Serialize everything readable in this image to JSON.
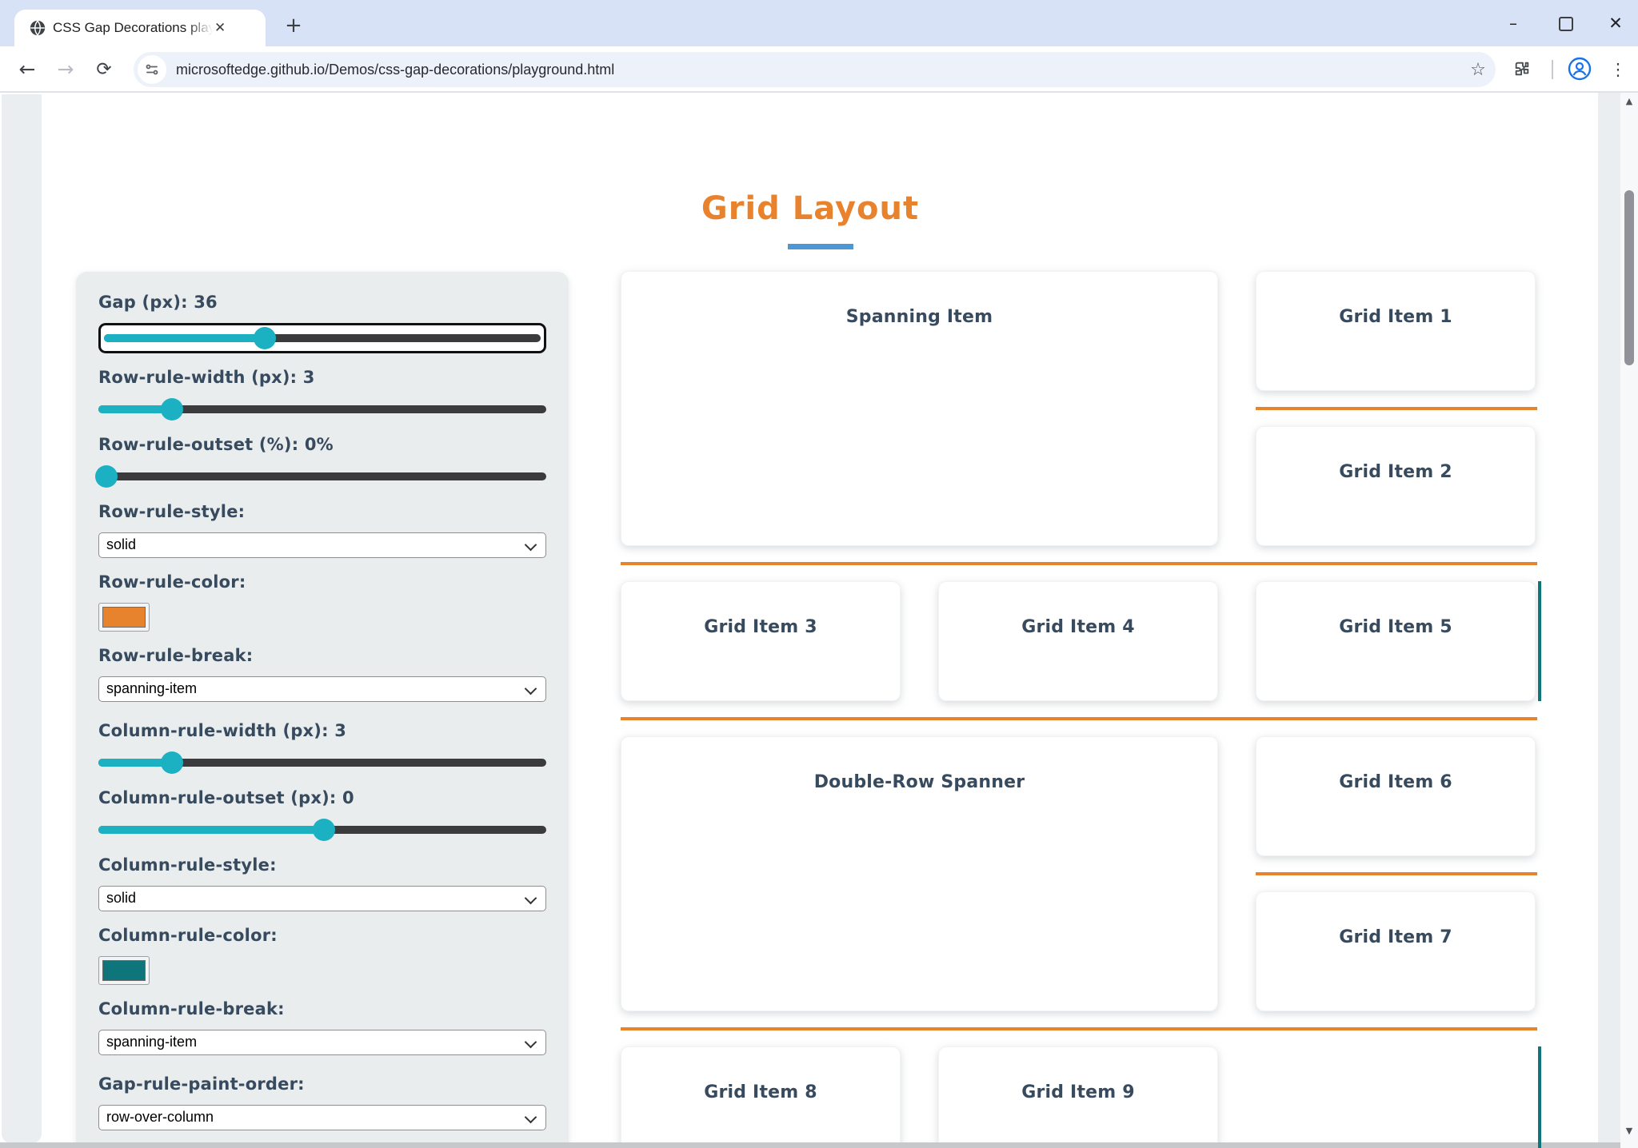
{
  "browser": {
    "tab": {
      "title": "CSS Gap Decorations playgroun",
      "close_glyph": "✕"
    },
    "new_tab_glyph": "+",
    "nav": {
      "back_glyph": "←",
      "forward_glyph": "→",
      "reload_glyph": "⟳"
    },
    "url": "microsoftedge.github.io/Demos/css-gap-decorations/playground.html",
    "bookmark_star_glyph": "☆",
    "menu_dots_glyph": "⋮",
    "window_controls": {
      "minimize_glyph": "–",
      "close_glyph": "✕"
    },
    "scrollbar": {
      "up_glyph": "▲",
      "down_glyph": "▼"
    }
  },
  "page": {
    "title": "Grid Layout",
    "colors": {
      "orange": "#E6832C",
      "teal": "#0E767B",
      "slider_teal": "#1CB1C2",
      "title_orange": "#E8822D",
      "underline_blue": "#4E97D5"
    },
    "controls": [
      {
        "type": "slider",
        "label": "Gap (px): 36",
        "fill_pct": 36.8,
        "focused": true
      },
      {
        "type": "slider",
        "label": "Row-rule-width (px): 3",
        "fill_pct": 16.4
      },
      {
        "type": "slider",
        "label": "Row-rule-outset (%): 0%",
        "fill_pct": 1.8
      },
      {
        "type": "select",
        "label": "Row-rule-style:",
        "value": "solid"
      },
      {
        "type": "color",
        "label": "Row-rule-color:",
        "value": "#E6832C"
      },
      {
        "type": "select",
        "label": "Row-rule-break:",
        "value": "spanning-item"
      },
      {
        "type": "slider",
        "label": "Column-rule-width (px): 3",
        "fill_pct": 16.4
      },
      {
        "type": "slider",
        "label": "Column-rule-outset (px): 0",
        "fill_pct": 50.4
      },
      {
        "type": "select",
        "label": "Column-rule-style:",
        "value": "solid"
      },
      {
        "type": "color",
        "label": "Column-rule-color:",
        "value": "#0E767B"
      },
      {
        "type": "select",
        "label": "Column-rule-break:",
        "value": "spanning-item"
      },
      {
        "type": "select",
        "label": "Gap-rule-paint-order:",
        "value": "row-over-column"
      }
    ],
    "grid": {
      "items": [
        {
          "label": "Spanning Item"
        },
        {
          "label": "Grid Item 1"
        },
        {
          "label": "Grid Item 2"
        },
        {
          "label": "Grid Item 3"
        },
        {
          "label": "Grid Item 4"
        },
        {
          "label": "Grid Item 5"
        },
        {
          "label": "Double-Row Spanner"
        },
        {
          "label": "Grid Item 6"
        },
        {
          "label": "Grid Item 7"
        },
        {
          "label": "Grid Item 8"
        },
        {
          "label": "Grid Item 9"
        }
      ]
    }
  }
}
